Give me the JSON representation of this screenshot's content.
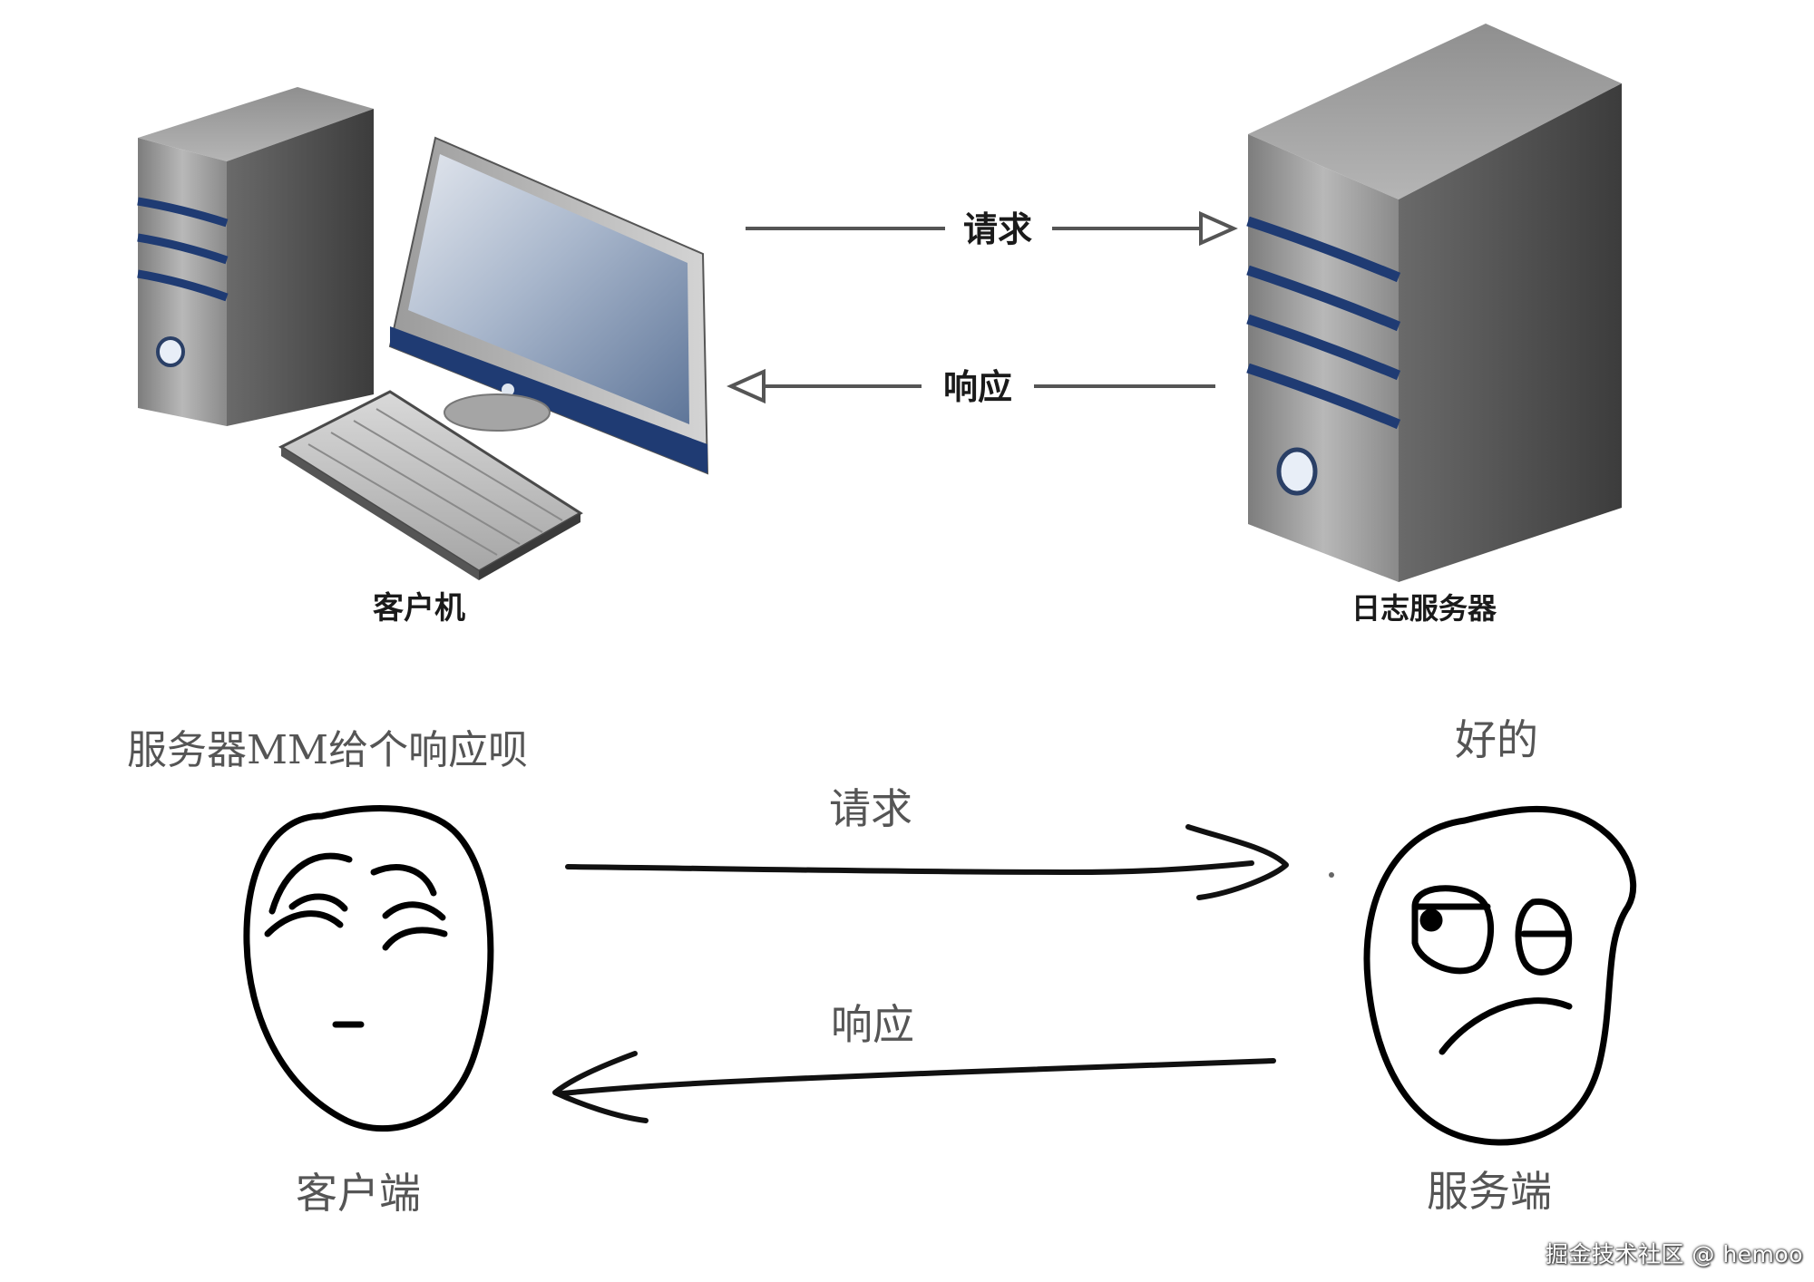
{
  "top": {
    "request_label": "请求",
    "response_label": "响应",
    "client_label": "客户机",
    "server_label": "日志服务器"
  },
  "bottom": {
    "client_speech": "服务器MM给个响应呗",
    "server_speech": "好的",
    "request_label": "请求",
    "response_label": "响应",
    "client_label": "客户端",
    "server_label": "服务端"
  },
  "watermark": "掘金技术社区 @ hemoo",
  "colors": {
    "tower_front": "#9a9a9a",
    "tower_side": "#555555",
    "stripe": "#1f3b73",
    "screen": "#7f93b3"
  },
  "icons": [
    "server-tower-icon",
    "monitor-icon",
    "keyboard-icon",
    "rage-face-client-icon",
    "rage-face-server-icon"
  ]
}
